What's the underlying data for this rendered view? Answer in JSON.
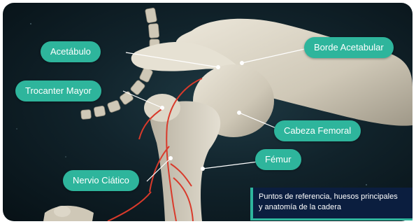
{
  "labels": {
    "acetabulo": "Acetábulo",
    "borde_acetabular": "Borde Acetabular",
    "trocanter_mayor": "Trocanter Mayor",
    "cabeza_femoral": "Cabeza Femoral",
    "femur": "Fémur",
    "nervio_ciatico": "Nervio Ciático"
  },
  "caption": {
    "line1": "Puntos de referencia, huesos principales",
    "line2": "y anatomía de la cadera"
  },
  "colors": {
    "accent": "#2eb59c",
    "bone": "#d9d3c4",
    "nerve": "#d93a2b",
    "background": "#11232b",
    "caption_bg": "#0b1e3f"
  }
}
